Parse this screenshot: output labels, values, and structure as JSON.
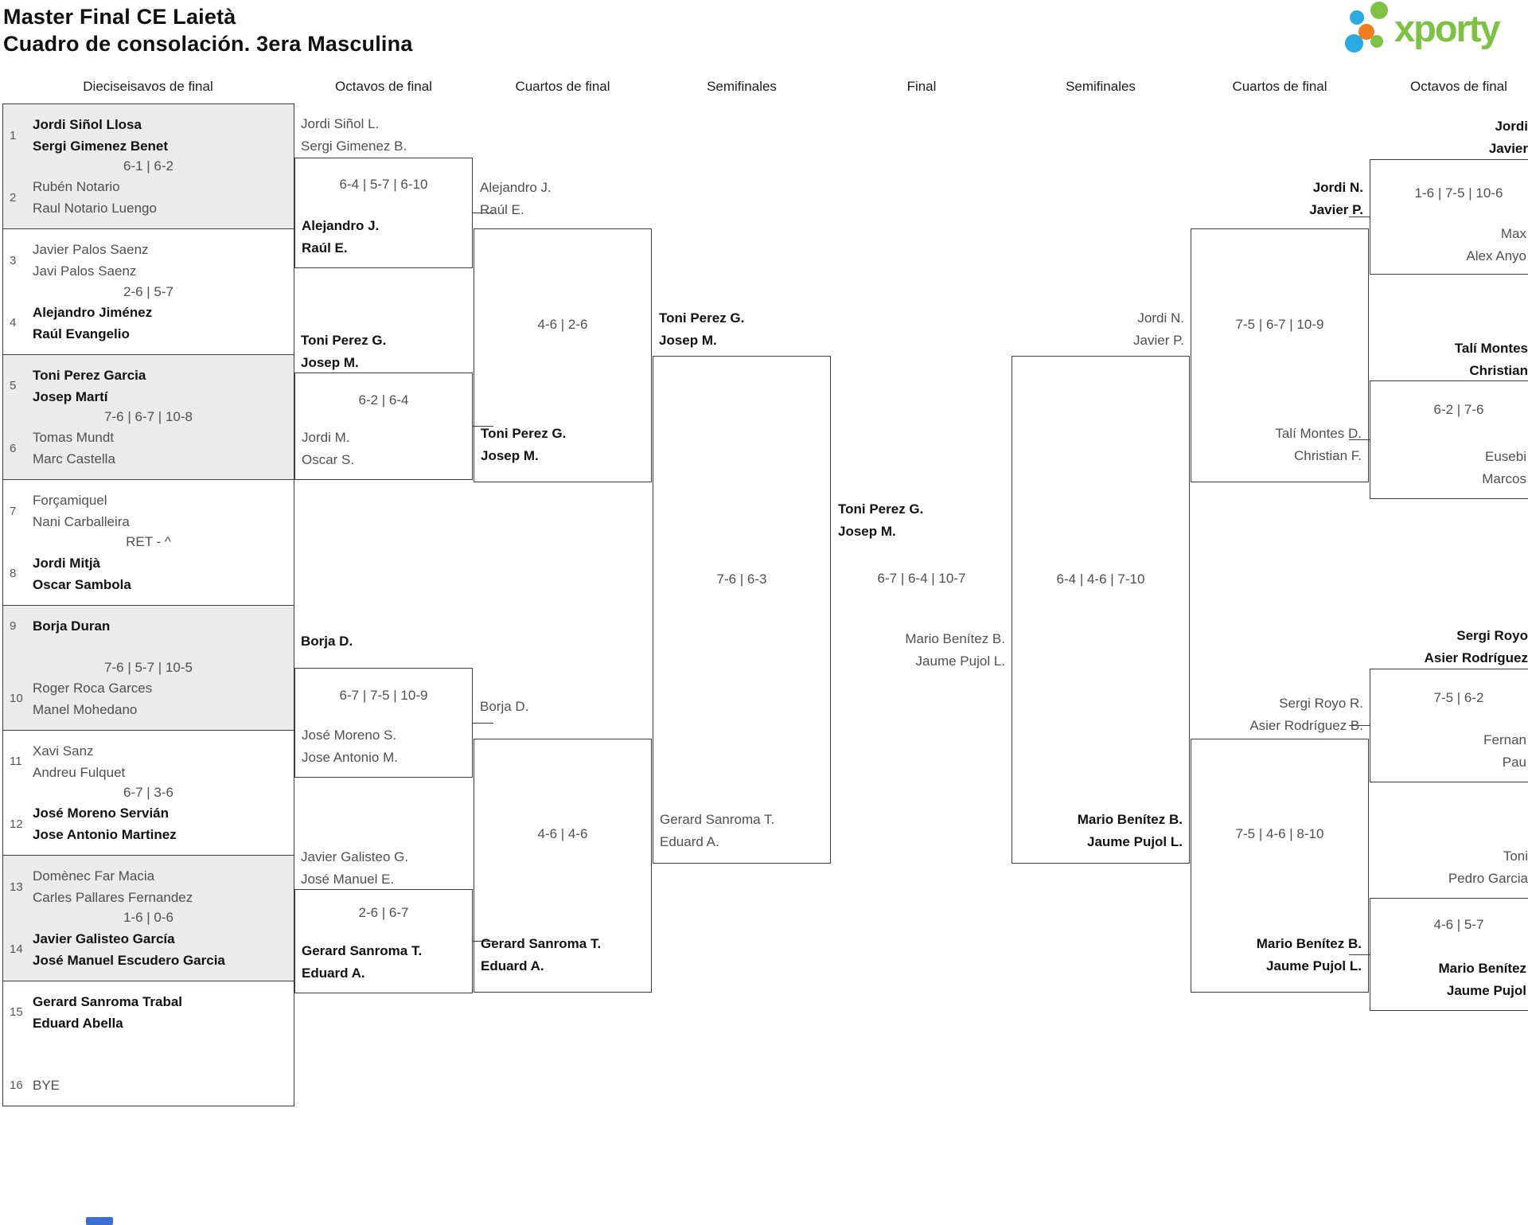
{
  "title": {
    "line1": "Master Final CE Laietà",
    "line2": "Cuadro de consolación. 3era Masculina"
  },
  "logo": {
    "brand": "xporty",
    "green": "#7dc242",
    "blue": "#29abe2",
    "orange": "#ef7d21"
  },
  "round_headers": [
    "Dieciseisavos de final",
    "Octavos de final",
    "Cuartos de final",
    "Semifinales",
    "Final",
    "Semifinales",
    "Cuartos de final",
    "Octavos de final"
  ],
  "r32": [
    {
      "seed_a": "1",
      "a1": "Jordi Siñol Llosa",
      "a2": "Sergi Gimenez Benet",
      "a_win": true,
      "score": "6-1 | 6-2",
      "seed_b": "2",
      "b1": "Rubén Notario",
      "b2": "Raul Notario Luengo",
      "b_win": false
    },
    {
      "seed_a": "3",
      "a1": "Javier Palos Saenz",
      "a2": "Javi Palos Saenz",
      "a_win": false,
      "score": "2-6 | 5-7",
      "seed_b": "4",
      "b1": "Alejandro Jiménez",
      "b2": "Raúl Evangelio",
      "b_win": true
    },
    {
      "seed_a": "5",
      "a1": "Toni Perez Garcia",
      "a2": "Josep Martí",
      "a_win": true,
      "score": "7-6 | 6-7 | 10-8",
      "seed_b": "6",
      "b1": "Tomas Mundt",
      "b2": "Marc Castella",
      "b_win": false
    },
    {
      "seed_a": "7",
      "a1": "Forçamiquel",
      "a2": "Nani Carballeira",
      "a_win": false,
      "score": "RET - ^",
      "seed_b": "8",
      "b1": "Jordi Mitjà",
      "b2": "Oscar Sambola",
      "b_win": true
    },
    {
      "seed_a": "9",
      "a1": "Borja Duran",
      "a2": "",
      "a_win": true,
      "score": "7-6 | 5-7 | 10-5",
      "seed_b": "10",
      "b1": "Roger Roca Garces",
      "b2": "Manel Mohedano",
      "b_win": false
    },
    {
      "seed_a": "11",
      "a1": "Xavi Sanz",
      "a2": "Andreu Fulquet",
      "a_win": false,
      "score": "6-7 | 3-6",
      "seed_b": "12",
      "b1": "José Moreno Servián",
      "b2": "Jose Antonio Martinez",
      "b_win": true
    },
    {
      "seed_a": "13",
      "a1": "Domènec Far Macia",
      "a2": "Carles Pallares Fernandez",
      "a_win": false,
      "score": "1-6 | 0-6",
      "seed_b": "14",
      "b1": "Javier Galisteo García",
      "b2": "José Manuel Escudero Garcia",
      "b_win": true
    },
    {
      "seed_a": "15",
      "a1": "Gerard Sanroma Trabal",
      "a2": "Eduard Abella",
      "a_win": true,
      "score": "",
      "seed_b": "16",
      "b1": "BYE",
      "b2": "",
      "b_win": false
    }
  ],
  "r16_left": [
    {
      "a1": "Jordi Siñol L.",
      "a2": "Sergi Gimenez B.",
      "a_win": false,
      "score": "6-4 | 5-7 | 6-10",
      "b1": "Alejandro J.",
      "b2": "Raúl E.",
      "b_win": true
    },
    {
      "a1": "Toni Perez G.",
      "a2": "Josep M.",
      "a_win": true,
      "score": "6-2 | 6-4",
      "b1": "Jordi M.",
      "b2": "Oscar S.",
      "b_win": false
    },
    {
      "a1": "Borja D.",
      "a2": "",
      "a_win": true,
      "score": "6-7 | 7-5 | 10-9",
      "b1": "José Moreno S.",
      "b2": "Jose Antonio M.",
      "b_win": false
    },
    {
      "a1": "Javier Galisteo G.",
      "a2": "José Manuel E.",
      "a_win": false,
      "score": "2-6 | 6-7",
      "b1": "Gerard Sanroma T.",
      "b2": "Eduard A.",
      "b_win": true
    }
  ],
  "qf_left": [
    {
      "a1": "Alejandro J.",
      "a2": "Raúl E.",
      "a_win": false,
      "score": "4-6 | 2-6",
      "b1": "Toni Perez G.",
      "b2": "Josep M.",
      "b_win": true
    },
    {
      "a1": "Borja D.",
      "a2": "",
      "a_win": false,
      "score": "4-6 | 4-6",
      "b1": "Gerard Sanroma T.",
      "b2": "Eduard A.",
      "b_win": true
    }
  ],
  "sf_left": {
    "a1": "Toni Perez G.",
    "a2": "Josep M.",
    "a_win": true,
    "score": "7-6 | 6-3",
    "b1": "Gerard Sanroma T.",
    "b2": "Eduard A.",
    "b_win": false
  },
  "final": {
    "winner1": "Toni Perez G.",
    "winner2": "Josep M.",
    "score": "6-7 | 6-4 | 10-7",
    "runnerup1": "Mario Benítez B.",
    "runnerup2": "Jaume Pujol L."
  },
  "sf_right": {
    "a1": "Jordi N.",
    "a2": "Javier P.",
    "a_win": false,
    "score": "6-4 | 4-6 | 7-10",
    "b1": "Mario Benítez B.",
    "b2": "Jaume Pujol L.",
    "b_win": true
  },
  "qf_right": [
    {
      "a1": "Jordi N.",
      "a2": "Javier P.",
      "a_win": true,
      "score": "7-5 | 6-7 | 10-9",
      "b1": "Talí Montes D.",
      "b2": "Christian F.",
      "b_win": false
    },
    {
      "a1": "Sergi Royo R.",
      "a2": "Asier Rodríguez B.",
      "a_win": false,
      "score": "7-5 | 4-6 | 8-10",
      "b1": "Mario Benítez B.",
      "b2": "Jaume Pujol L.",
      "b_win": true
    }
  ],
  "r16_right": [
    {
      "a1": "Jordi",
      "a2": "Javier",
      "a_win": true,
      "score": "1-6 | 7-5 | 10-6",
      "b1": "Max",
      "b2": "Alex Anyo",
      "b_win": false
    },
    {
      "a1": "Talí Montes",
      "a2": "Christian",
      "a_win": true,
      "score": "6-2 | 7-6",
      "b1": "Eusebi",
      "b2": "Marcos",
      "b_win": false
    },
    {
      "a1": "Sergi Royo",
      "a2": "Asier Rodríguez",
      "a_win": true,
      "score": "7-5 | 6-2",
      "b1": "Fernan",
      "b2": "Pau",
      "b_win": false
    },
    {
      "a1": "Toni",
      "a2": "Pedro Garcia",
      "a_win": false,
      "score": "4-6 | 5-7",
      "b1": "Mario Benítez",
      "b2": "Jaume Pujol",
      "b_win": true
    }
  ]
}
